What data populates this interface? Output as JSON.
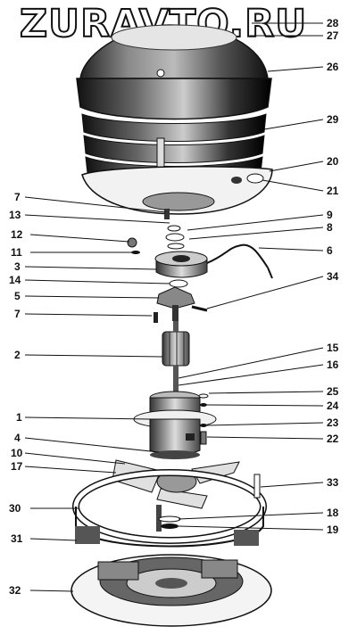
{
  "watermark": "ZURAVTO.RU",
  "callouts": [
    {
      "id": "c28",
      "text": "28"
    },
    {
      "id": "c27",
      "text": "27"
    },
    {
      "id": "c26",
      "text": "26"
    },
    {
      "id": "c29",
      "text": "29"
    },
    {
      "id": "c20",
      "text": "20"
    },
    {
      "id": "c21",
      "text": "21"
    },
    {
      "id": "c7a",
      "text": "7"
    },
    {
      "id": "c13",
      "text": "13"
    },
    {
      "id": "c9",
      "text": "9"
    },
    {
      "id": "c12",
      "text": "12"
    },
    {
      "id": "c8",
      "text": "8"
    },
    {
      "id": "c11",
      "text": "11"
    },
    {
      "id": "c6",
      "text": "6"
    },
    {
      "id": "c3",
      "text": "3"
    },
    {
      "id": "c34",
      "text": "34"
    },
    {
      "id": "c14",
      "text": "14"
    },
    {
      "id": "c5",
      "text": "5"
    },
    {
      "id": "c7b",
      "text": "7"
    },
    {
      "id": "c2",
      "text": "2"
    },
    {
      "id": "c15",
      "text": "15"
    },
    {
      "id": "c16",
      "text": "16"
    },
    {
      "id": "c25",
      "text": "25"
    },
    {
      "id": "c24",
      "text": "24"
    },
    {
      "id": "c1",
      "text": "1"
    },
    {
      "id": "c23",
      "text": "23"
    },
    {
      "id": "c22",
      "text": "22"
    },
    {
      "id": "c4",
      "text": "4"
    },
    {
      "id": "c10",
      "text": "10"
    },
    {
      "id": "c17",
      "text": "17"
    },
    {
      "id": "c33",
      "text": "33"
    },
    {
      "id": "c30",
      "text": "30"
    },
    {
      "id": "c18",
      "text": "18"
    },
    {
      "id": "c19",
      "text": "19"
    },
    {
      "id": "c31",
      "text": "31"
    },
    {
      "id": "c32",
      "text": "32"
    }
  ]
}
